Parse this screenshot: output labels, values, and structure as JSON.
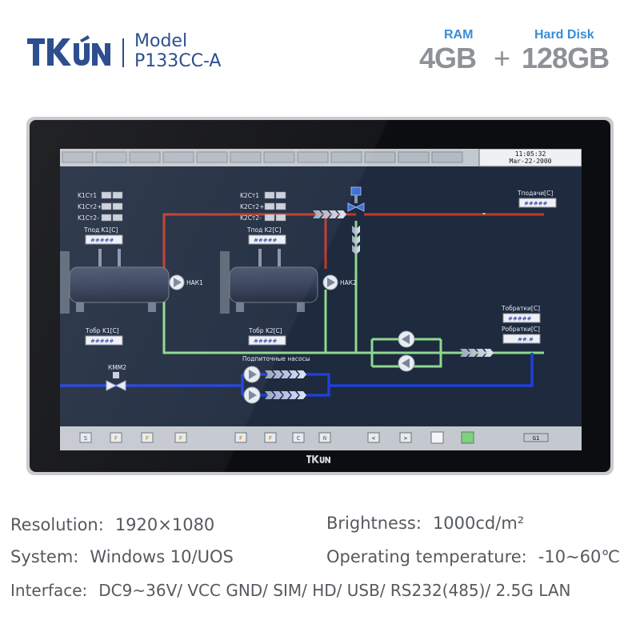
{
  "brand": {
    "logo_text": "TKUN",
    "model_label": "Model",
    "model_value": "P133CC-A"
  },
  "header_specs": {
    "ram_label": "RAM",
    "ram_value": "4GB",
    "plus": "+",
    "hd_label": "Hard Disk",
    "hd_value": "128GB"
  },
  "screen": {
    "clock_time": "11:05:32",
    "clock_date": "Mar-22-2000",
    "boiler1_params": [
      "K1Ст1",
      "K1Ст2+",
      "K1Ст2-"
    ],
    "boiler2_params": [
      "K2Ст1",
      "K2Ст2+",
      "K2Ст2-"
    ],
    "t_supply_k1": "Тпод K1[C]",
    "t_supply_k2": "Тпод K2[C]",
    "t_return_k1": "Тобр K1[C]",
    "t_return_k2": "Тобр K2[C]",
    "t_supply_main": "Тподачи[C]",
    "t_return_main": "Тобратки[C]",
    "p_return_main": "Робратки[C]",
    "pump1": "НАК1",
    "pump2": "НАК2",
    "valve": "КММ2",
    "makeup_pumps": "Подпиточные насосы",
    "value_placeholder": "#####",
    "value_short": "##.#",
    "bottom_buttons": [
      "S",
      "F",
      "F",
      "F",
      "F",
      "F",
      "C",
      "N",
      "<",
      ">",
      "",
      ""
    ],
    "page_indicator": "G1",
    "colors": {
      "background": "#1e2a3e",
      "hot_pipe": "#c0392b",
      "cold_pipe": "#1f3fd6",
      "return_pipe": "#8fd88f",
      "panel": "#c4c8cf"
    }
  },
  "device_logo": "TKUN",
  "specs": {
    "resolution_label": "Resolution:",
    "resolution_value": "1920×1080",
    "brightness_label": "Brightness:",
    "brightness_value": "1000cd/m²",
    "system_label": "System:",
    "system_value": "Windows 10/UOS",
    "temp_label": "Operating temperature:",
    "temp_value": "-10~60℃",
    "interface_label": "Interface:",
    "interface_value": "DC9~36V/ VCC GND/ SIM/ HD/ USB/ RS232(485)/ 2.5G LAN"
  }
}
